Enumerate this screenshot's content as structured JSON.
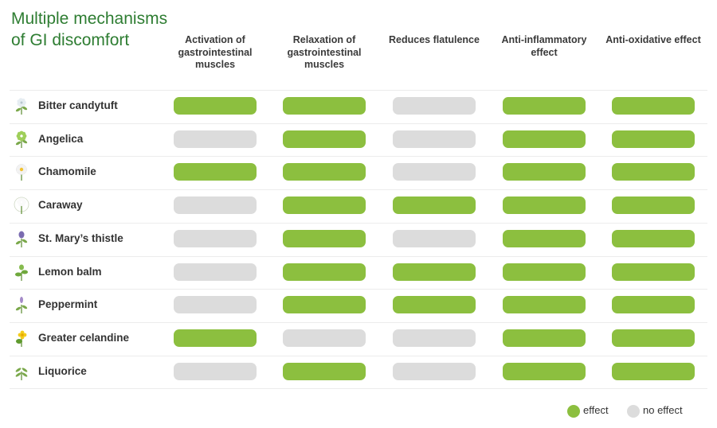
{
  "title": "Multiple mechanisms of GI discomfort",
  "colors": {
    "effect": "#8cbf3f",
    "no_effect": "#dcdcdc",
    "title": "#2e7d32"
  },
  "columns": [
    "Activation of gastrointestinal muscles",
    "Relaxation of gastrointestinal muscles",
    "Reduces flatulence",
    "Anti-inflammatory effect",
    "Anti-oxidative effect"
  ],
  "herbs": [
    {
      "name": "Bitter candytuft",
      "icon": "candytuft-icon",
      "effects": [
        1,
        1,
        0,
        1,
        1
      ]
    },
    {
      "name": "Angelica",
      "icon": "angelica-icon",
      "effects": [
        0,
        1,
        0,
        1,
        1
      ]
    },
    {
      "name": "Chamomile",
      "icon": "chamomile-icon",
      "effects": [
        1,
        1,
        0,
        1,
        1
      ]
    },
    {
      "name": "Caraway",
      "icon": "caraway-icon",
      "effects": [
        0,
        1,
        1,
        1,
        1
      ]
    },
    {
      "name": "St. Mary’s thistle",
      "icon": "thistle-icon",
      "effects": [
        0,
        1,
        0,
        1,
        1
      ]
    },
    {
      "name": "Lemon balm",
      "icon": "lemon-balm-icon",
      "effects": [
        0,
        1,
        1,
        1,
        1
      ]
    },
    {
      "name": "Peppermint",
      "icon": "peppermint-icon",
      "effects": [
        0,
        1,
        1,
        1,
        1
      ]
    },
    {
      "name": "Greater celandine",
      "icon": "celandine-icon",
      "effects": [
        1,
        0,
        0,
        1,
        1
      ]
    },
    {
      "name": "Liquorice",
      "icon": "liquorice-icon",
      "effects": [
        0,
        1,
        0,
        1,
        1
      ]
    }
  ],
  "legend": {
    "effect": "effect",
    "no_effect": "no effect"
  }
}
